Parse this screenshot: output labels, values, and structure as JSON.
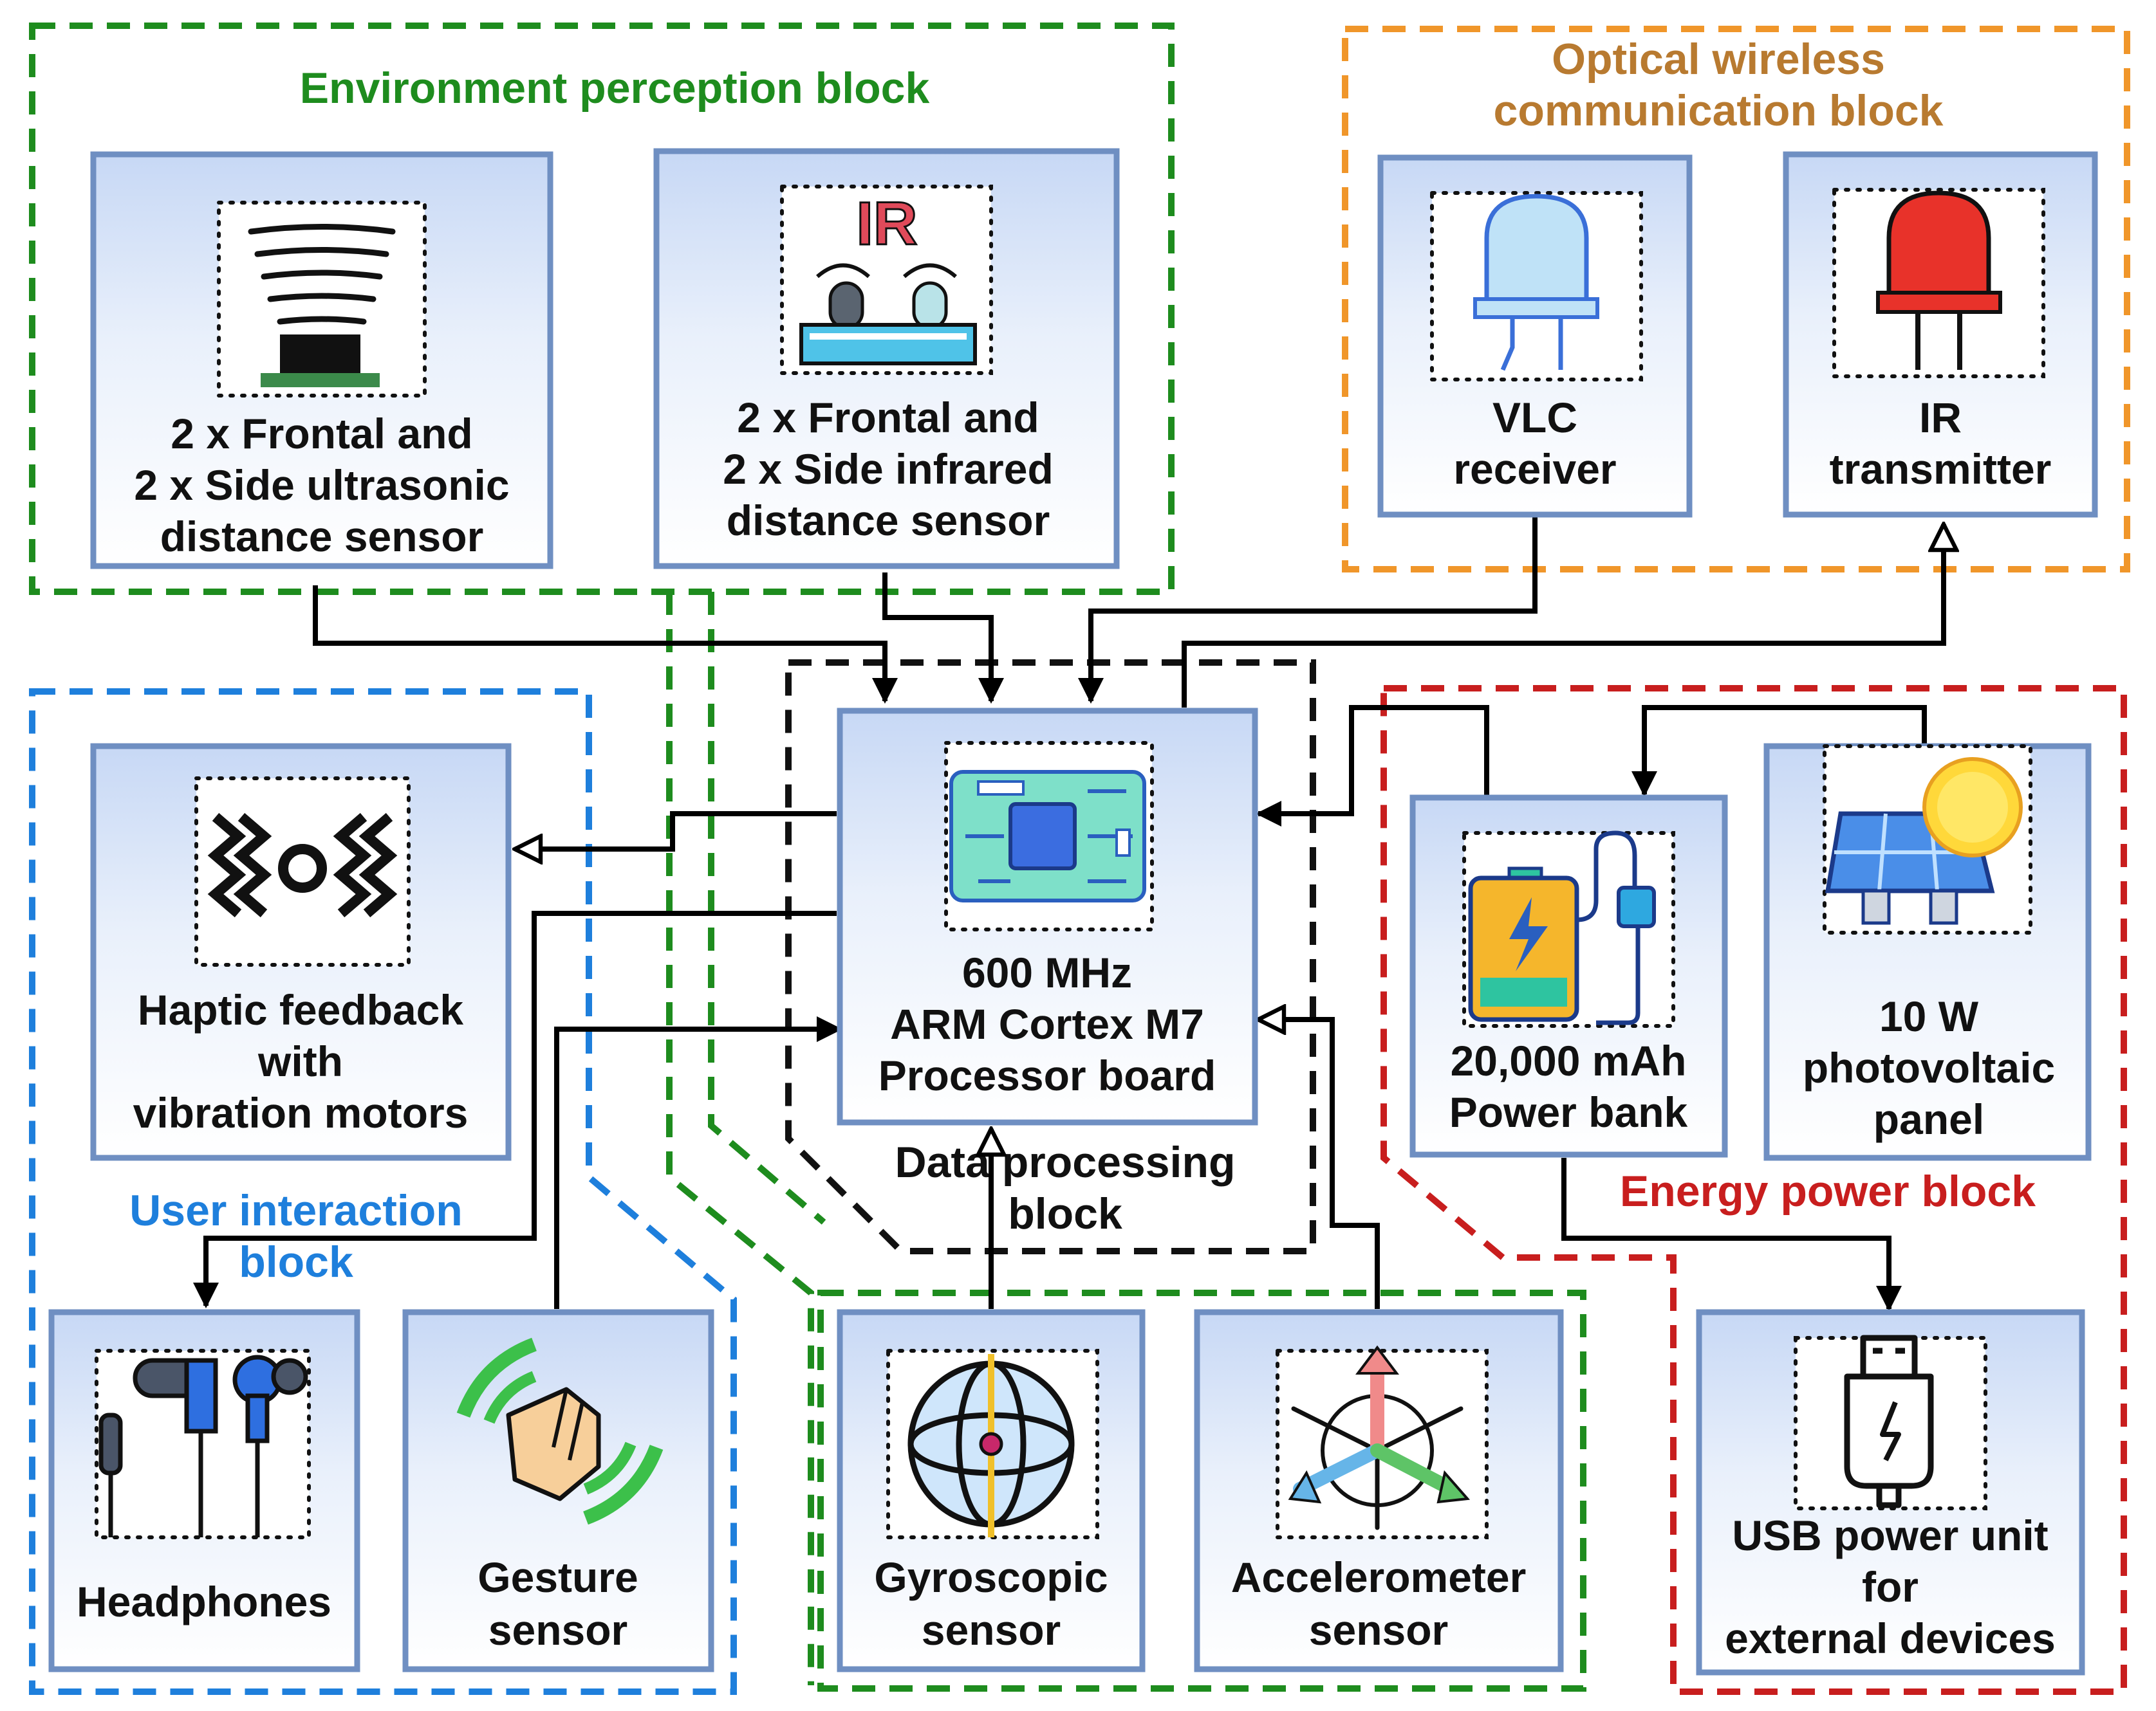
{
  "colors": {
    "environment": "#1e8c1e",
    "optical": "#f0962a",
    "optical_title": "#b87a30",
    "user": "#1e7fdc",
    "data": "#111111",
    "energy": "#c81e1e",
    "box_border": "#6f8fc2",
    "box_fill_top": "#c7d8f5",
    "arrow": "#000000"
  },
  "groups": {
    "environment": {
      "title": "Environment perception block"
    },
    "optical": {
      "title_line1": "Optical wireless",
      "title_line2": "communication block"
    },
    "user": {
      "title_line1": "User interaction",
      "title_line2": "block"
    },
    "data": {
      "title_line1": "Data processing",
      "title_line2": "block"
    },
    "energy": {
      "title": "Energy power block"
    }
  },
  "nodes": {
    "ultrasonic": {
      "lines": [
        "2 x Frontal and",
        "2 x Side ultrasonic",
        "distance sensor"
      ],
      "icon": "ultrasonic-sensor-icon"
    },
    "infrared": {
      "lines": [
        "2 x Frontal and",
        "2 x Side infrared",
        "distance sensor"
      ],
      "icon_text": "IR",
      "icon": "infrared-sensor-icon"
    },
    "vlc": {
      "lines": [
        "VLC",
        "receiver"
      ],
      "icon": "clear-led-icon"
    },
    "irtx": {
      "lines": [
        "IR",
        "transmitter"
      ],
      "icon": "red-led-icon"
    },
    "haptic": {
      "lines": [
        "Haptic feedback",
        "with",
        "vibration motors"
      ],
      "icon": "vibration-icon"
    },
    "processor": {
      "lines": [
        "600 MHz",
        "ARM Cortex M7",
        "Processor board"
      ],
      "icon": "circuit-board-icon"
    },
    "powerbank": {
      "lines": [
        "20,000 mAh",
        "Power bank"
      ],
      "icon": "battery-icon"
    },
    "pv": {
      "lines": [
        "10 W",
        "photovoltaic",
        "panel"
      ],
      "icon": "solar-panel-icon"
    },
    "headphones": {
      "lines": [
        "Headphones"
      ],
      "icon": "earphones-icon"
    },
    "gesture": {
      "lines": [
        "Gesture",
        "sensor"
      ],
      "icon": "gesture-hand-icon"
    },
    "gyro": {
      "lines": [
        "Gyroscopic",
        "sensor"
      ],
      "icon": "gyroscope-icon"
    },
    "accel": {
      "lines": [
        "Accelerometer",
        "sensor"
      ],
      "icon": "axes-arrows-icon"
    },
    "usb": {
      "lines": [
        "USB power unit",
        "for",
        "external devices"
      ],
      "icon": "usb-plug-icon"
    }
  }
}
